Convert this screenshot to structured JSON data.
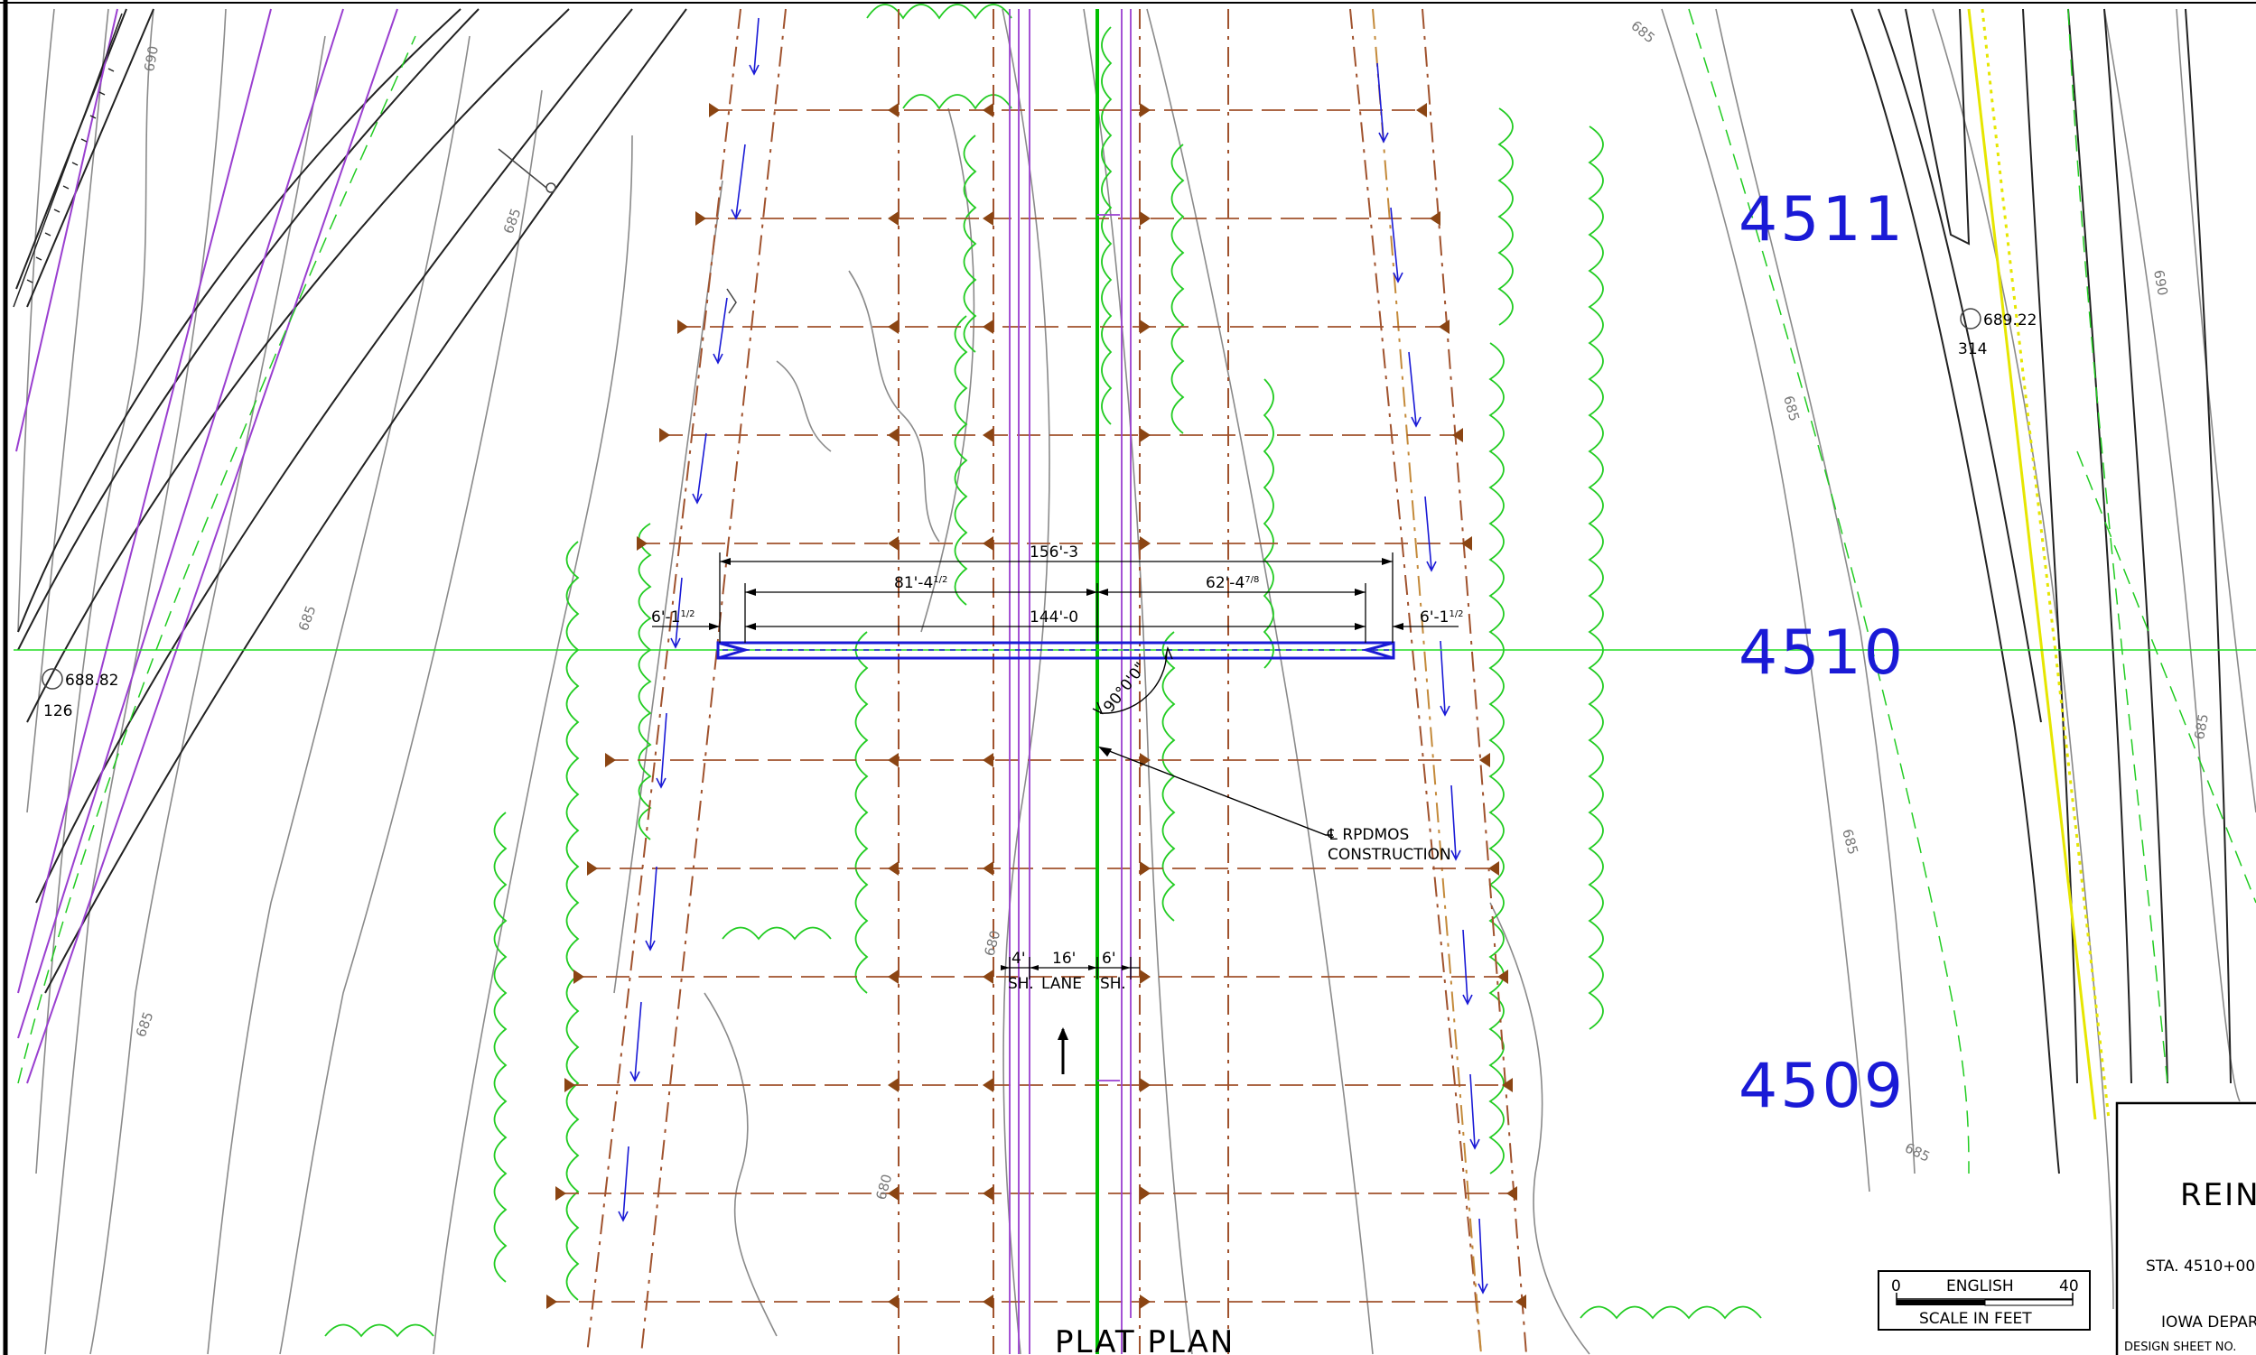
{
  "drawing": {
    "title": "PLAT PLAN",
    "stations": [
      "4511",
      "4510",
      "4509"
    ],
    "north_arrow_icon": "arrow-up-icon"
  },
  "dimensions": {
    "overall": "156'-3",
    "left_span": "81'-4",
    "left_span_frac": "1/2",
    "right_span": "62'-4",
    "right_span_frac": "7/8",
    "bridge_length": "144'-0",
    "left_overhang": "6'-1",
    "left_overhang_frac": "1/2",
    "right_overhang": "6'-1",
    "right_overhang_frac": "1/2",
    "skew": "90°0'0\""
  },
  "lanes": {
    "left_shoulder_width": "4'",
    "lane_width": "16'",
    "right_shoulder_width": "6'",
    "left_shoulder_label": "SH.",
    "lane_label": "LANE",
    "right_shoulder_label": "SH."
  },
  "centerline_callout": {
    "line1": "℄ RPDMOS",
    "line2": "CONSTRUCTION"
  },
  "spot_elevations": [
    {
      "elev": "688.82",
      "id": "126"
    },
    {
      "elev": "689.22",
      "id": "314"
    }
  ],
  "contour_labels": [
    "690",
    "685",
    "685",
    "685",
    "685",
    "680",
    "680",
    "685",
    "685",
    "690",
    "685",
    "685"
  ],
  "scale_bar": {
    "start": "0",
    "units": "ENGLISH",
    "end": "40",
    "caption": "SCALE IN FEET"
  },
  "title_block": {
    "heading": "REIN",
    "station": "STA. 4510+00",
    "agency": "IOWA DEPAR",
    "design_sheet": "DESIGN SHEET NO."
  },
  "colors": {
    "contour": "#8a8a8a",
    "road_edge": "#a0522d",
    "trees": "#22cc22",
    "bridge": "#1a1ad6",
    "purple_lines": "#9a3fd0",
    "yellow_fence": "#e6e600"
  }
}
